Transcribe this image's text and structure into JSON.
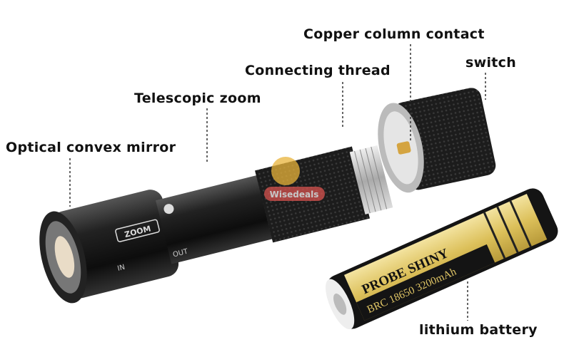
{
  "labels": {
    "copper_contact": "Copper column contact",
    "switch": "switch",
    "connecting_thread": "Connecting thread",
    "telescopic_zoom": "Telescopic zoom",
    "optical_mirror": "Optical convex mirror",
    "lithium_battery": "lithium battery"
  },
  "flashlight": {
    "zoom_marking": "ZOOM",
    "in_marking": "IN",
    "out_marking": "OUT"
  },
  "battery": {
    "brand": "PROBE SHINY",
    "model": "BRC 18650 3200mAh"
  },
  "watermark": "Wisedeals",
  "colors": {
    "body": "#1a1a1a",
    "battery_gold": "#e2c766",
    "thread": "#c9c9c9",
    "contact": "#d4a441"
  }
}
